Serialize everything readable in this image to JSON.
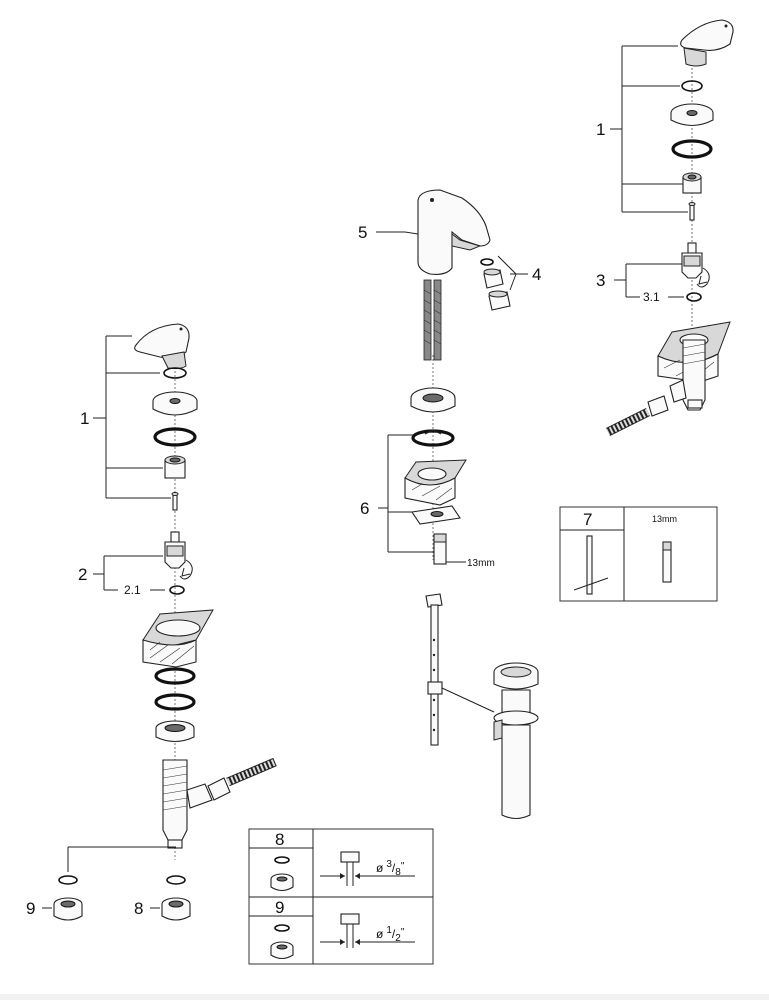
{
  "callouts": {
    "left_handle_group": "1",
    "left_cartridge": "2",
    "left_cartridge_oring": "2.1",
    "right_handle_group": "1",
    "right_cartridge": "3",
    "right_cartridge_oring": "3.1",
    "aerator": "4",
    "spout": "5",
    "mounting_set": "6",
    "tool": "7",
    "adapter_3_8": "8",
    "adapter_1_2": "9",
    "bottom_left_nut": "9",
    "bottom_right_nut": "8"
  },
  "labels": {
    "wrench_size_center": "13mm",
    "wrench_size_box": "13mm"
  },
  "table": {
    "row1": {
      "number": "8",
      "diameter_symbol": "ø",
      "fraction_num": "3",
      "fraction_den": "8",
      "unit": "\""
    },
    "row2": {
      "number": "9",
      "diameter_symbol": "ø",
      "fraction_num": "1",
      "fraction_den": "2",
      "unit": "\""
    }
  }
}
